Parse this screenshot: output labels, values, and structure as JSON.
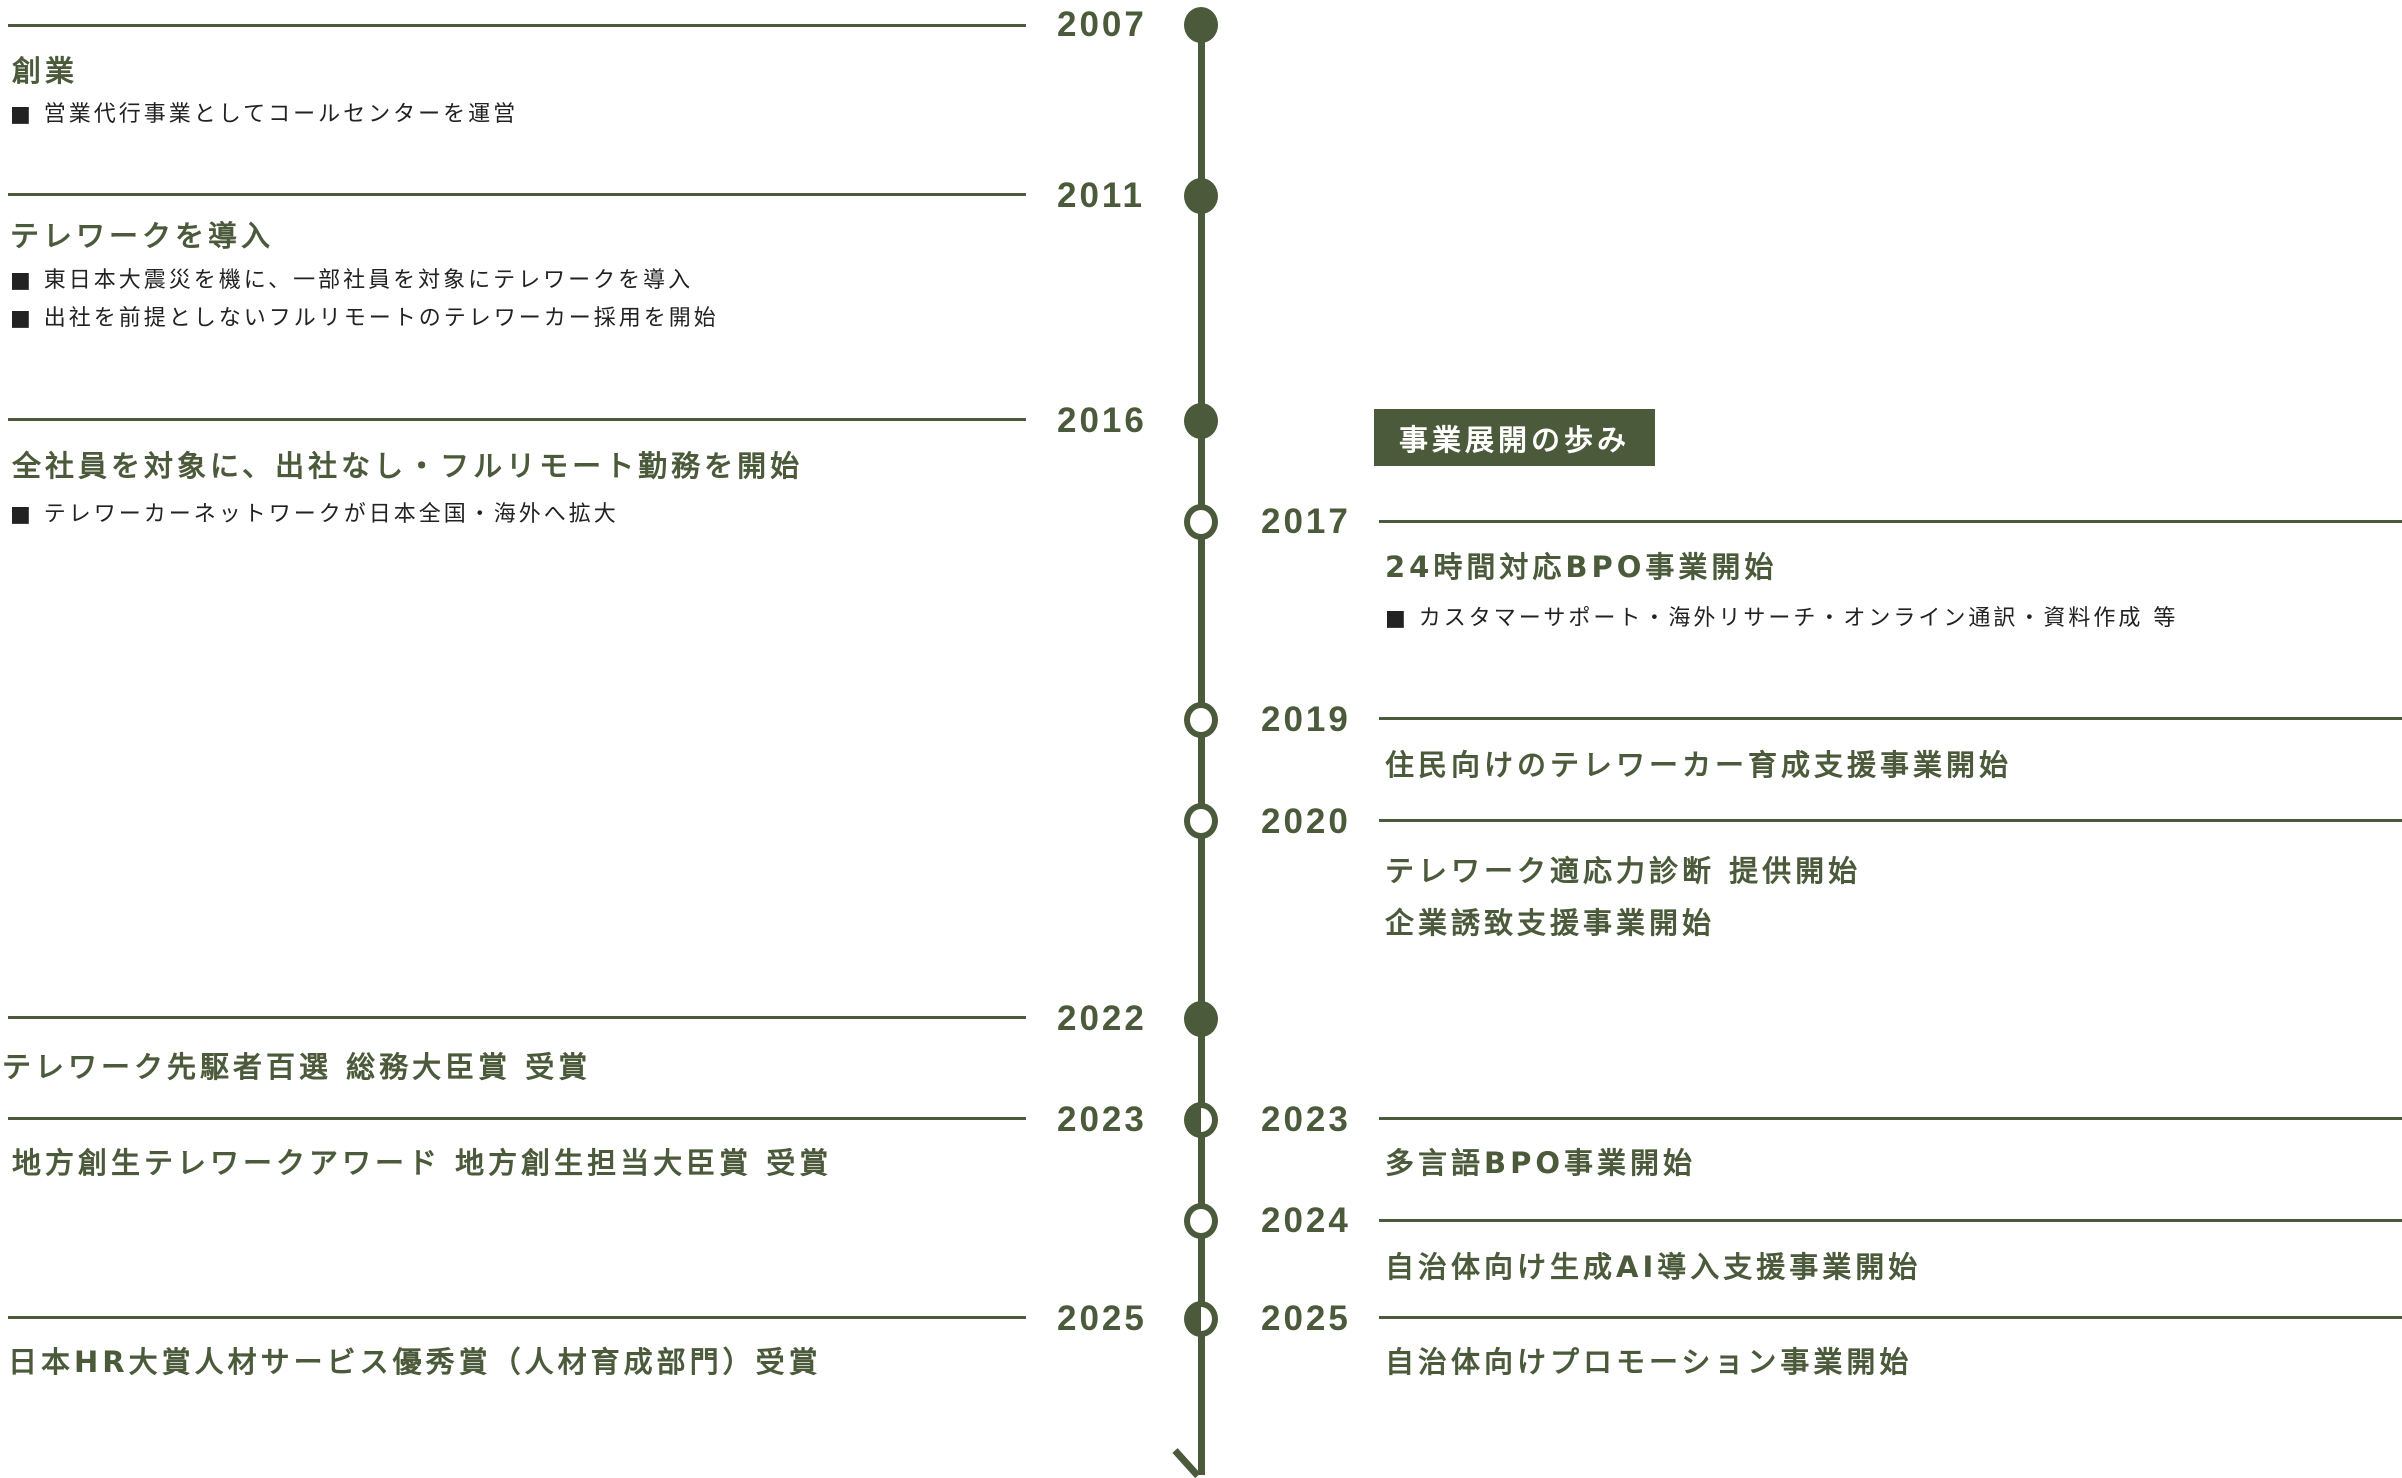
{
  "badge": "事業展開の歩み",
  "left": [
    {
      "year": "2007",
      "title": "創業",
      "bullets": [
        "■ 営業代行事業としてコールセンターを運営"
      ]
    },
    {
      "year": "2011",
      "title": "テレワークを導入",
      "bullets": [
        "■ 東日本大震災を機に、一部社員を対象にテレワークを導入",
        "■ 出社を前提としないフルリモートのテレワーカー採用を開始"
      ]
    },
    {
      "year": "2016",
      "title": "全社員を対象に、出社なし・フルリモート勤務を開始",
      "bullets": [
        "■ テレワーカーネットワークが日本全国・海外へ拡大"
      ]
    },
    {
      "year": "2022",
      "title": "テレワーク先駆者百選 総務大臣賞 受賞"
    },
    {
      "year": "2023",
      "title": "地方創生テレワークアワード 地方創生担当大臣賞 受賞"
    },
    {
      "year": "2025",
      "title": "日本HR大賞人材サービス優秀賞（人材育成部門）受賞"
    }
  ],
  "right": [
    {
      "year": "2017",
      "title": "24時間対応BPO事業開始",
      "bullets": [
        "■ カスタマーサポート・海外リサーチ・オンライン通訳・資料作成 等"
      ]
    },
    {
      "year": "2019",
      "title": "住民向けのテレワーカー育成支援事業開始"
    },
    {
      "year": "2020",
      "titles": [
        "テレワーク適応力診断 提供開始",
        "企業誘致支援事業開始"
      ]
    },
    {
      "year": "2023",
      "title": "多言語BPO事業開始"
    },
    {
      "year": "2024",
      "title": "自治体向け生成AI導入支援事業開始"
    },
    {
      "year": "2025",
      "title": "自治体向けプロモーション事業開始"
    }
  ],
  "colors": {
    "accent": "#4b5a3a"
  }
}
